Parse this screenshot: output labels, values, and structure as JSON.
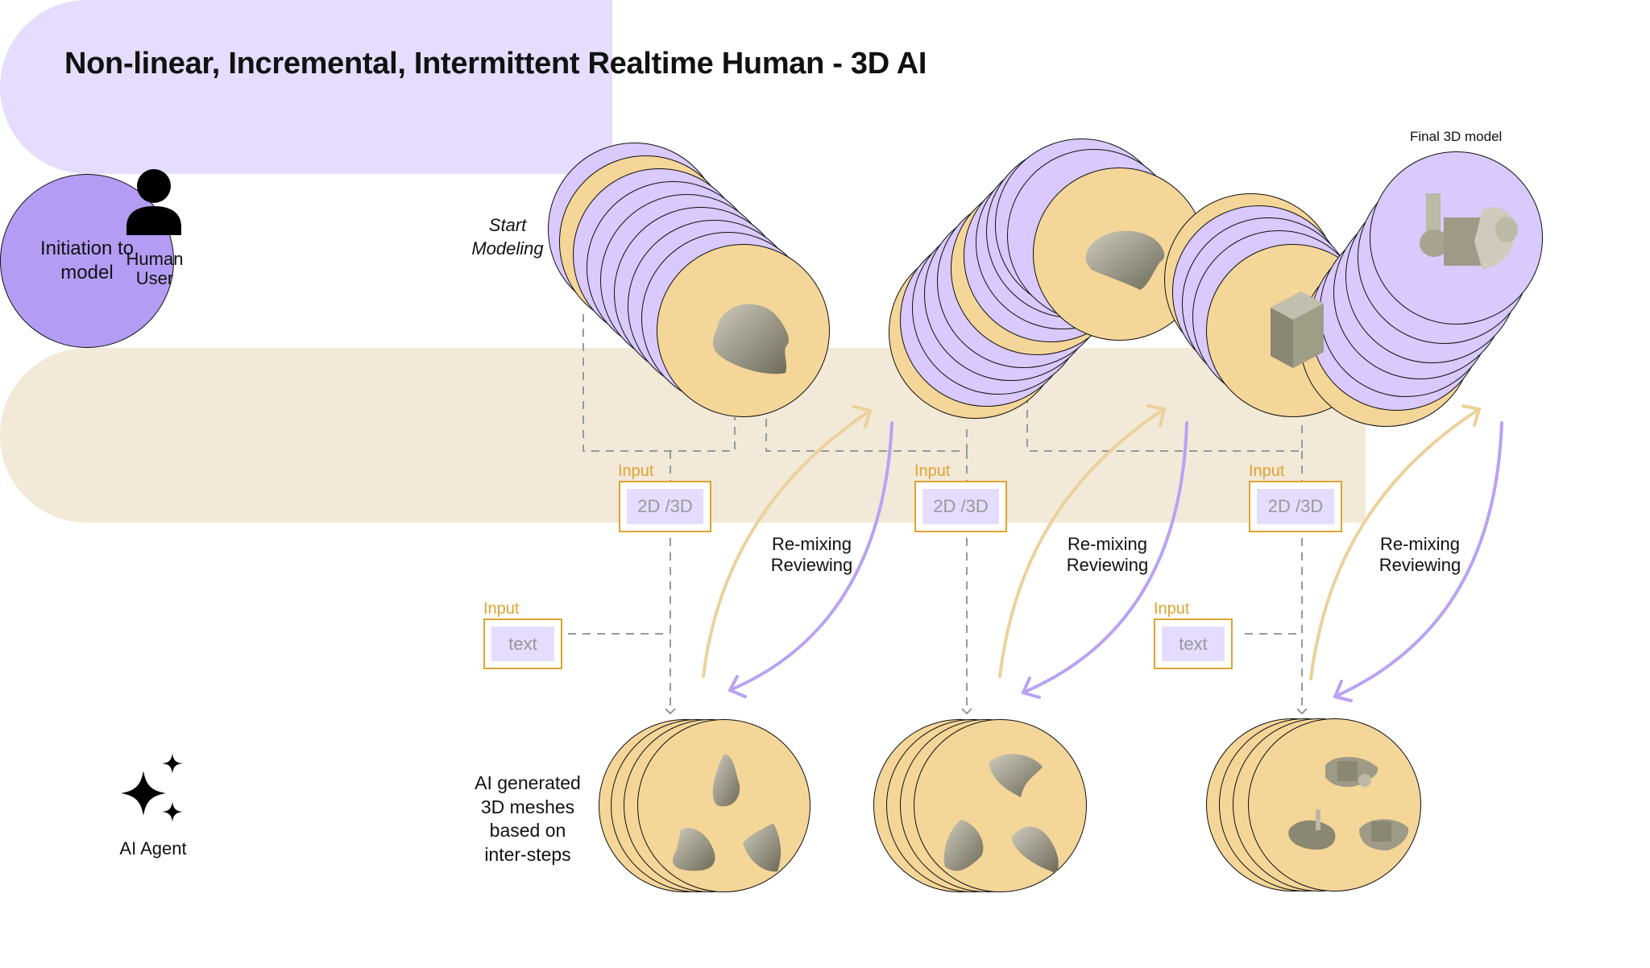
{
  "title": "Non-linear, Incremental, Intermittent Realtime Human - 3D AI",
  "human_lane": {
    "icon": "person-icon",
    "label_line1": "Human",
    "label_line2": "User",
    "initiation_line1": "Initiation to",
    "initiation_line2": "model",
    "start_line1": "Start",
    "start_line2": "Modeling",
    "final_label": "Final 3D model"
  },
  "ai_lane": {
    "icon": "sparkles-icon",
    "label": "AI Agent",
    "description": [
      "AI generated",
      "3D meshes",
      "based on",
      "inter-steps"
    ]
  },
  "inputs": [
    {
      "label": "Input",
      "value": "2D /3D"
    },
    {
      "label": "Input",
      "value": "2D /3D"
    },
    {
      "label": "Input",
      "value": "2D /3D"
    },
    {
      "label": "Input",
      "value": "text"
    },
    {
      "label": "Input",
      "value": "text"
    }
  ],
  "loops": [
    {
      "line1": "Re-mixing",
      "line2": "Reviewing"
    },
    {
      "line1": "Re-mixing",
      "line2": "Reviewing"
    },
    {
      "line1": "Re-mixing",
      "line2": "Reviewing"
    }
  ],
  "colors": {
    "human_band": "#e6dcfd",
    "ai_band": "#f2e9d8",
    "lavender_disc": "#d9c9fc",
    "gold_disc": "#f5d699",
    "initiation": "#b49cf4",
    "input_accent": "#e0a330",
    "forward_arrow": "#ecd19b",
    "return_arrow": "#b9a2f3"
  }
}
